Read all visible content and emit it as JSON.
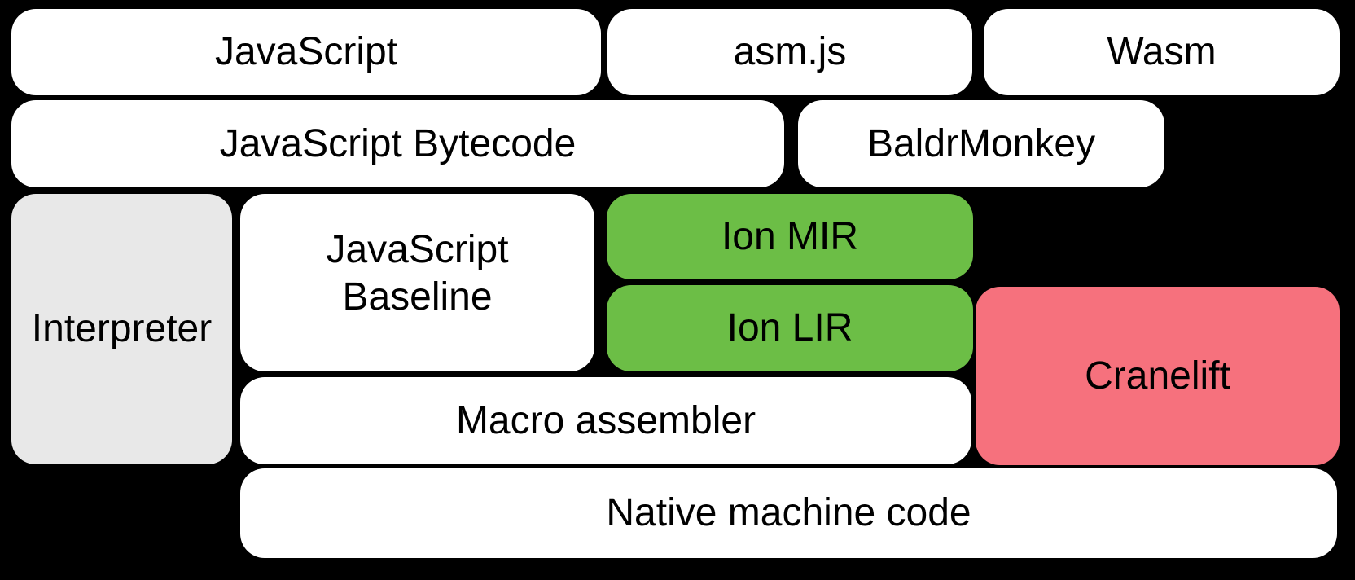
{
  "diagram": {
    "background": "#000000",
    "text_color": "#000000",
    "colors": {
      "default": "#ffffff",
      "interpreter": "#e8e8e8",
      "ion": "#6cbe46",
      "cranelift": "#f6717d"
    },
    "boxes": [
      {
        "id": "javascript",
        "label": "JavaScript",
        "color": "default"
      },
      {
        "id": "asmjs",
        "label": "asm.js",
        "color": "default"
      },
      {
        "id": "wasm",
        "label": "Wasm",
        "color": "default"
      },
      {
        "id": "javascript-bytecode",
        "label": "JavaScript Bytecode",
        "color": "default"
      },
      {
        "id": "baldrmonkey",
        "label": "BaldrMonkey",
        "color": "default"
      },
      {
        "id": "interpreter",
        "label": "Interpreter",
        "color": "interpreter"
      },
      {
        "id": "javascript-baseline",
        "label": "JavaScript\nBaseline",
        "color": "default"
      },
      {
        "id": "ion-mir",
        "label": "Ion MIR",
        "color": "ion"
      },
      {
        "id": "ion-lir",
        "label": "Ion LIR",
        "color": "ion"
      },
      {
        "id": "cranelift",
        "label": "Cranelift",
        "color": "cranelift"
      },
      {
        "id": "macro-assembler",
        "label": "Macro assembler",
        "color": "default"
      },
      {
        "id": "native-machine-code",
        "label": "Native machine code",
        "color": "default"
      }
    ]
  }
}
